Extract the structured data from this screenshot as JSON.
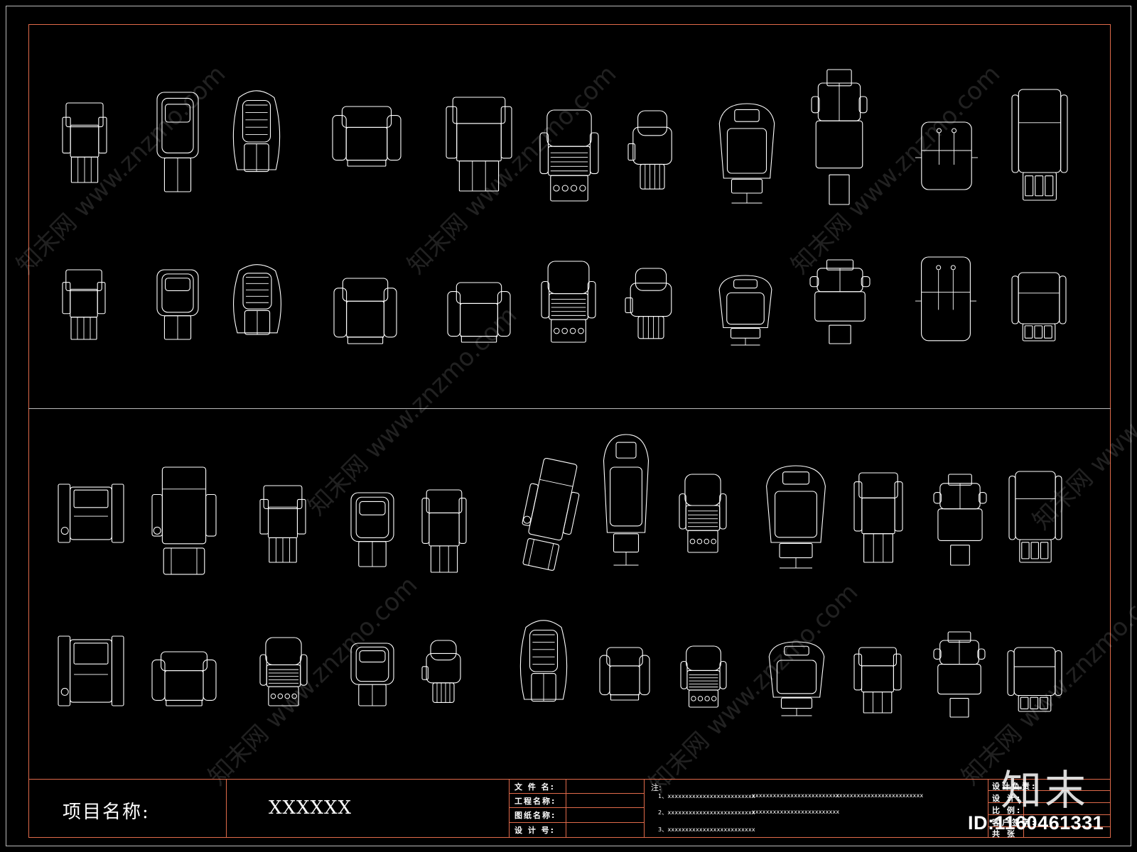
{
  "drawing": {
    "title_block": {
      "project_label": "项目名称:",
      "project_name": "XXXXXX",
      "fields": [
        "文 件 名:",
        "工程名称:",
        "图纸名称:",
        "设 计 号:"
      ],
      "notes_title": "注:",
      "notes": [
        "1、xxxxxxxxxxxxxxxxxxxxxxxxx",
        "xxxxxxxxxxxxxxxxxxxxxxxxx",
        "xxxxxxxxxxxxxxxxxxxxxxxxx",
        "2、xxxxxxxxxxxxxxxxxxxxxxxxx",
        "xxxxxxxxxxxxxxxxxxxxxxxxx",
        "3、xxxxxxxxxxxxxxxxxxxxxxxxx"
      ],
      "right_fields": [
        "设计负责:",
        "设 计:",
        "比 例:",
        "客户签字:",
        "共 张"
      ]
    },
    "watermark": "知末网 www.znzmo.com",
    "logo": "知末",
    "id_label": "ID:1160461331",
    "line_color": "#ffffff",
    "frame_color": "#e06a4a"
  }
}
